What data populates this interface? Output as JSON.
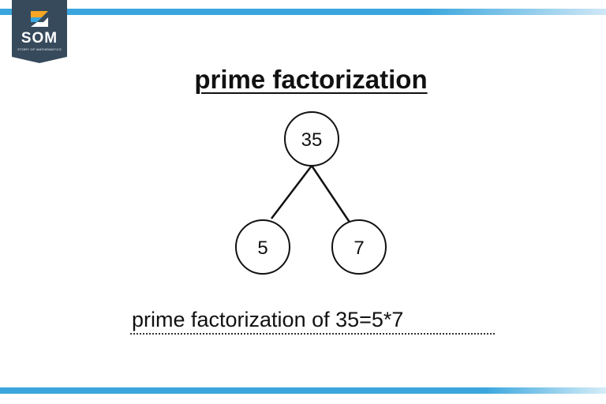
{
  "logo": {
    "text": "SOM",
    "subtext": "STORY OF MATHEMATICS",
    "bg_color": "#364a5c"
  },
  "title": "prime factorization",
  "tree": {
    "root": "35",
    "children": [
      "5",
      "7"
    ]
  },
  "caption": "prime factorization of 35=5*7",
  "colors": {
    "accent": "#3aa6dd",
    "text": "#111111"
  }
}
